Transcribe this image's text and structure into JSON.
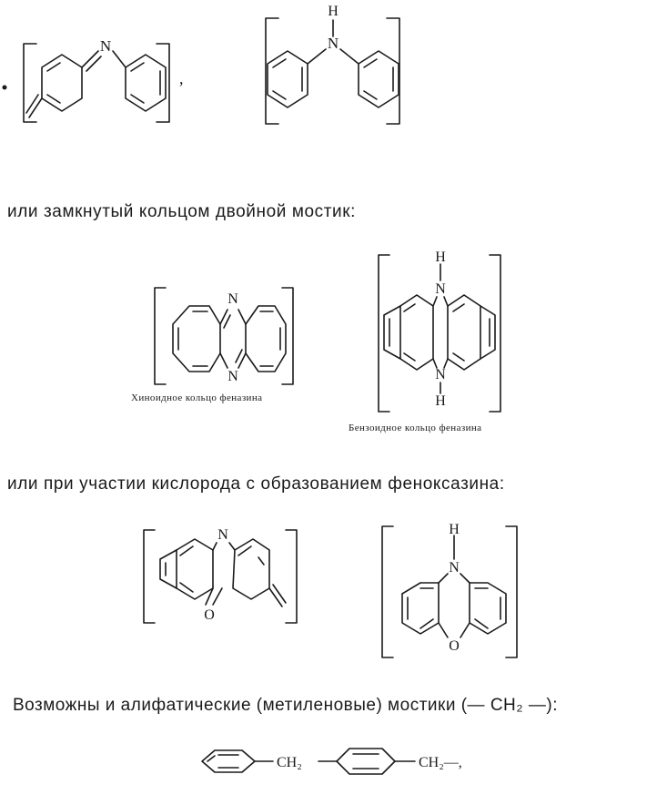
{
  "text": {
    "line1": "или замкнутый кольцом двойной мостик:",
    "line2": "или при участии кислорода с образованием феноксазина:",
    "line3": "Возможны и алифатические (метиленовые) мостики (— CH₂ —):"
  },
  "captions": {
    "quinoid_phenazine": "Хиноидное кольцо феназина",
    "benzoid_phenazine": "Бензоидное кольцо феназина"
  },
  "atoms": {
    "n": "N",
    "h": "H",
    "o": "O",
    "ch2": "CH₂",
    "ch2_dash": "CH₂—,",
    "comma": ","
  }
}
